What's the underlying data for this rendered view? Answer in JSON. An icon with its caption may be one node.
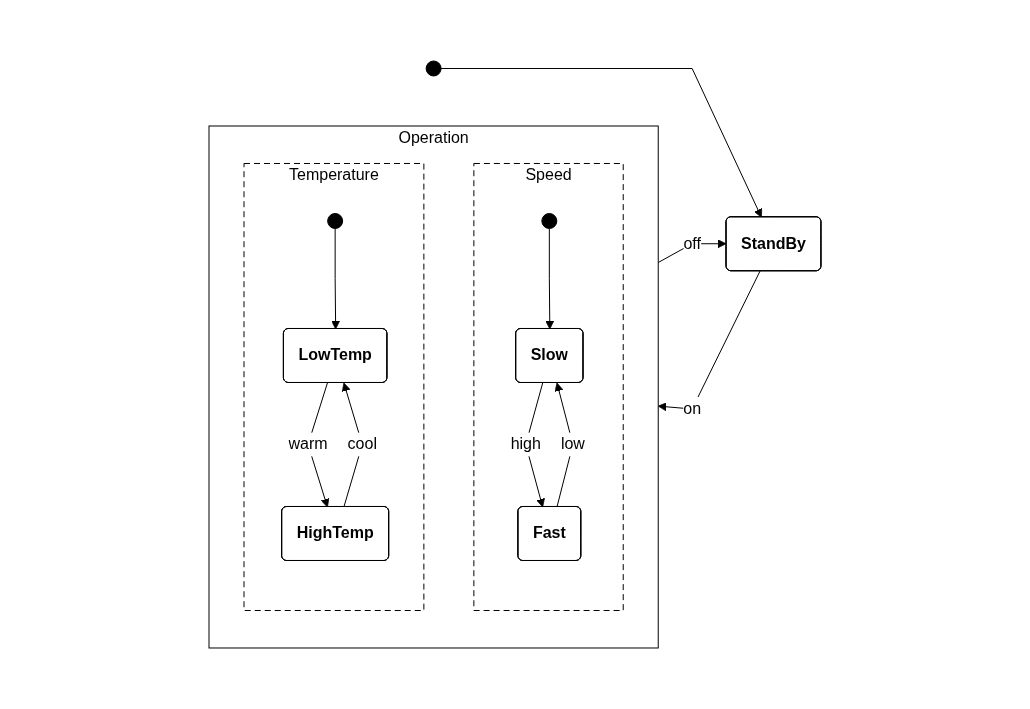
{
  "diagram": {
    "nodes": [
      {
        "text": [],
        "shape": "circle"
      },
      {
        "text": [
          "StandBy"
        ]
      },
      {
        "text": [
          "Operation"
        ]
      },
      {
        "text": [
          "Speed"
        ],
        "in": 2
      },
      {
        "text": [],
        "shape": "circle",
        "in": 3
      },
      {
        "text": [
          "Slow"
        ],
        "in": 3
      },
      {
        "text": [
          "Fast"
        ],
        "in": 3
      },
      {
        "text": [
          "Temperature"
        ],
        "in": 2
      },
      {
        "text": [],
        "shape": "circle",
        "in": 7
      },
      {
        "text": [
          "LowTemp"
        ],
        "in": 7
      },
      {
        "text": [
          "HighTemp"
        ],
        "in": 7
      }
    ],
    "edges": [
      {
        "from": 0,
        "to": 1,
        "arrow": "to"
      },
      {
        "from": 1,
        "to": 2,
        "label": "on",
        "arrow": "to"
      },
      {
        "from": 2,
        "to": 1,
        "label": "off",
        "arrow": "to"
      },
      {
        "from": 4,
        "to": 5,
        "arrow": "to"
      },
      {
        "from": 5,
        "to": 6,
        "label": "high",
        "arrow": "to"
      },
      {
        "from": 6,
        "to": 5,
        "label": "low",
        "arrow": "to"
      },
      {
        "from": 8,
        "to": 9,
        "arrow": "to"
      },
      {
        "from": 9,
        "to": 10,
        "label": "warm",
        "arrow": "to"
      },
      {
        "from": 10,
        "to": 9,
        "label": "cool",
        "arrow": "to"
      }
    ]
  }
}
